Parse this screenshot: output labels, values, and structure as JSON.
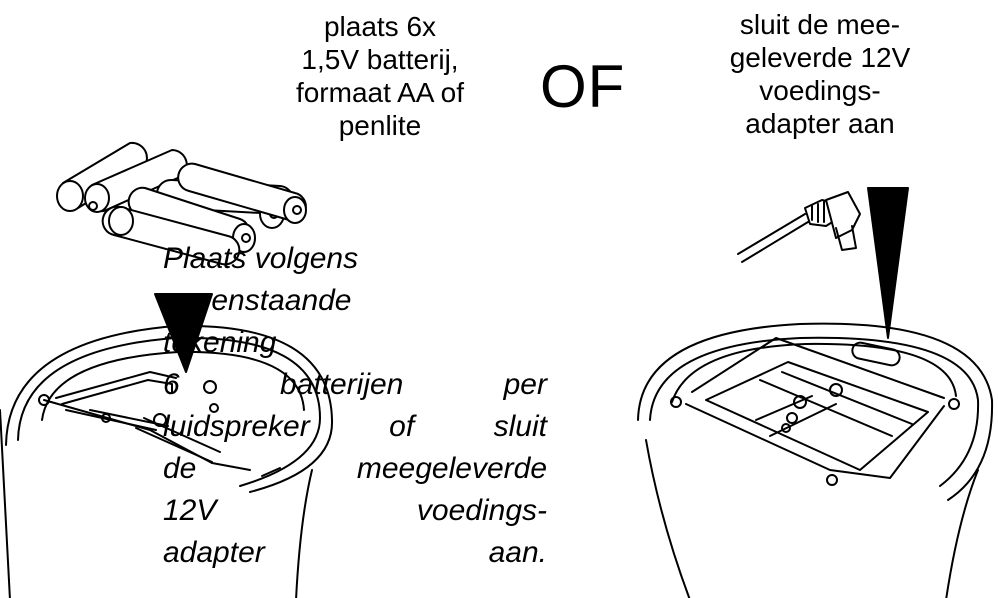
{
  "left_caption": "plaats 6x\n1,5V batterij,\nformaat AA of\npenlite",
  "or_word": "OF",
  "right_caption": "sluit de mee-\ngeleverde 12V\nvoedings-\nadapter aan",
  "instruction_lines": [
    "Plaats volgens",
    "nevenstaande",
    "tekening",
    "6 batterijen per",
    "luidspreker of sluit",
    "de meegeleverde",
    "12V voedings-",
    "adapter aan."
  ]
}
